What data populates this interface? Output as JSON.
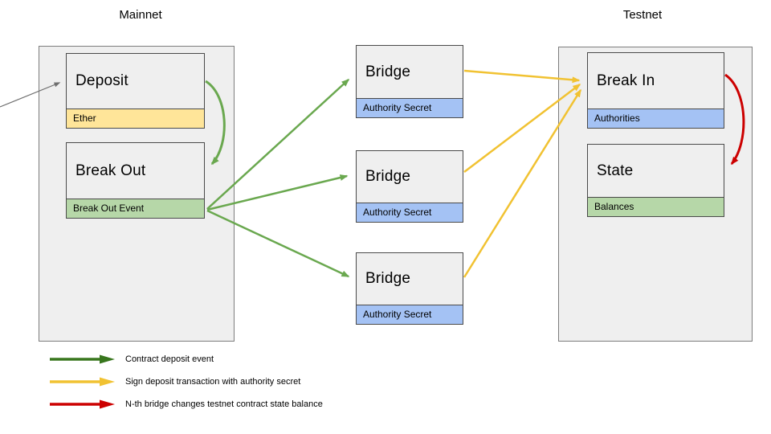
{
  "labels": {
    "mainnet": "Mainnet",
    "testnet": "Testnet"
  },
  "mainnet": {
    "deposit": {
      "title": "Deposit",
      "tag": "Ether"
    },
    "break_out": {
      "title": "Break Out",
      "tag": "Break Out Event"
    }
  },
  "bridges": [
    {
      "title": "Bridge",
      "tag": "Authority Secret"
    },
    {
      "title": "Bridge",
      "tag": "Authority Secret"
    },
    {
      "title": "Bridge",
      "tag": "Authority Secret"
    }
  ],
  "testnet": {
    "break_in": {
      "title": "Break In",
      "tag": "Authorities"
    },
    "state": {
      "title": "State",
      "tag": "Balances"
    }
  },
  "legend": [
    {
      "label": "Contract deposit event",
      "color": "#38761d"
    },
    {
      "label": "Sign deposit transaction with authority secret",
      "color": "#f1c232"
    },
    {
      "label": "N-th bridge changes testnet contract state balance",
      "color": "#cc0000"
    }
  ],
  "colors": {
    "green_arrow": "#6aa84f",
    "yellow_arrow": "#f1c232",
    "red_arrow": "#cc0000",
    "gray_arrow": "#6e6e6e",
    "box_fill": "#efefef",
    "tag_yellow": "#ffe599",
    "tag_blue": "#a4c2f4",
    "tag_green": "#b6d7a8"
  }
}
